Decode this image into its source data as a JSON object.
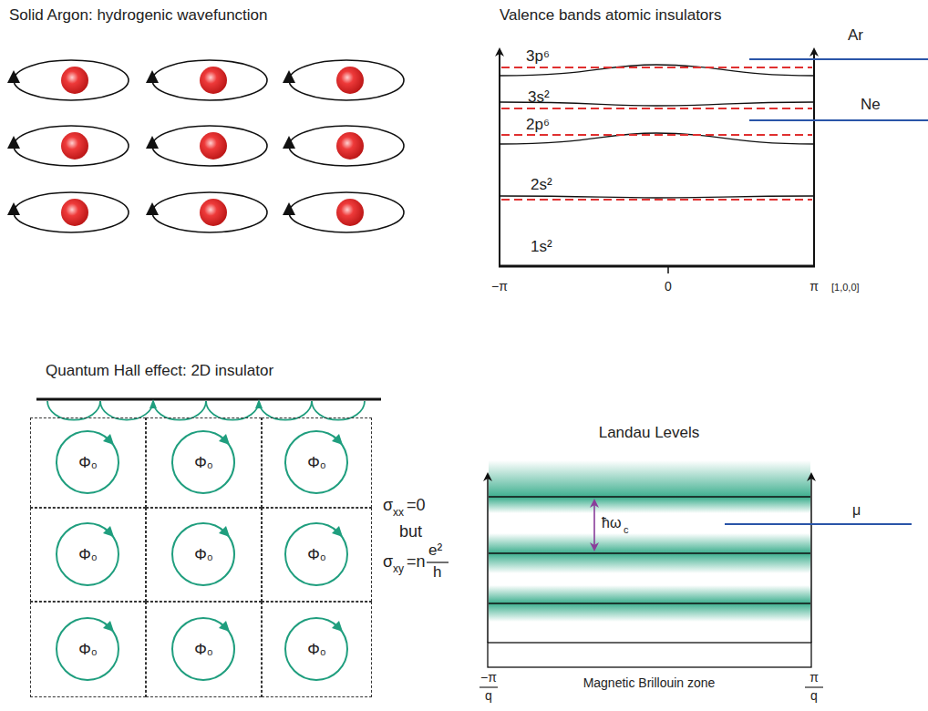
{
  "diagram": {
    "nodes": [
      {
        "text": [
          "Φ₀"
        ]
      },
      {
        "text": [
          "Φ₀"
        ]
      },
      {
        "text": [
          "Φ₀"
        ]
      },
      {
        "text": [
          "Φ₀"
        ]
      },
      {
        "text": [
          "Φ₀"
        ]
      },
      {
        "text": [
          "Φ₀"
        ]
      },
      {
        "text": [
          "Φ₀"
        ]
      },
      {
        "text": [
          "Φ₀"
        ]
      },
      {
        "text": [
          "Φ₀"
        ]
      }
    ],
    "labels": [
      "Solid Argon: hydrogenic wavefunction",
      "Valence bands atomic insulators",
      "3p⁶",
      "3s²",
      "2p⁶",
      "2s²",
      "1s²",
      "Ar",
      "Ne",
      "−π",
      "0",
      "π",
      "[1,0,0]",
      "Quantum Hall effect: 2D insulator",
      "σ",
      "xx",
      "=0",
      "but",
      "σ",
      "xy",
      "=n",
      "e²",
      "h",
      "Landau Levels",
      "ħω",
      "c",
      "μ",
      "−π",
      "q",
      "Magnetic Brillouin zone",
      "π",
      "q"
    ]
  }
}
